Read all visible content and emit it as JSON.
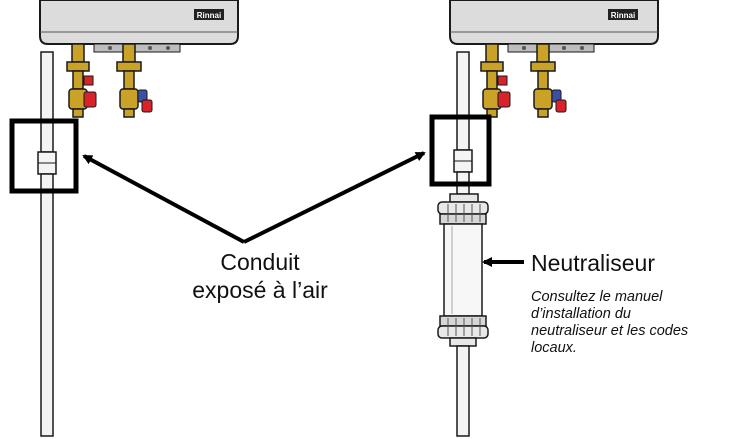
{
  "brand": "Rinnai",
  "labels": {
    "conduit_line1": "Conduit",
    "conduit_line2": "exposé à l’air",
    "neutralizer": "Neutraliseur",
    "note_line1": "Consultez le manuel",
    "note_line2": "d’installation du",
    "note_line3": "neutraliseur et les codes",
    "note_line4": "locaux."
  },
  "colors": {
    "outline": "#1a1a1a",
    "heater_body": "#dcdcdc",
    "pipe": "#f4f4f4",
    "brass": "#c9a227",
    "valve_red": "#d8232a",
    "valve_blue": "#3a4fa8",
    "highlight_box": "#000000"
  }
}
